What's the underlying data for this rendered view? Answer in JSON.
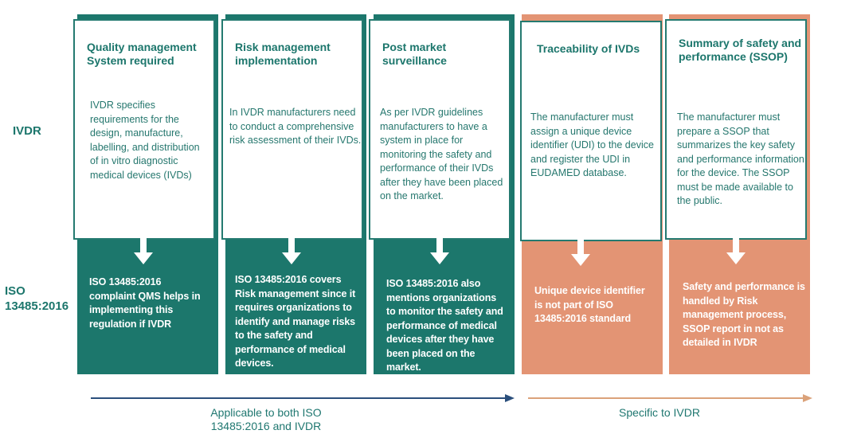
{
  "rows": {
    "top_label": "IVDR",
    "bottom_label_line1": "ISO",
    "bottom_label_line2": "13485:2016"
  },
  "columns": [
    {
      "group": "both",
      "title": "Quality management System required",
      "ivdr_text": "IVDR specifies requirements for the design, manufacture, labelling, and distribution of in vitro diagnostic medical devices (IVDs)",
      "iso_text": "ISO 13485:2016 complaint QMS helps in implementing this regulation if IVDR"
    },
    {
      "group": "both",
      "title": "Risk management implementation",
      "ivdr_text": "In IVDR manufacturers need to conduct a comprehensive risk assessment of their IVDs.",
      "iso_text": "ISO 13485:2016 covers Risk management since it requires organizations to identify and manage risks to the safety and performance of medical devices."
    },
    {
      "group": "both",
      "title": "Post market surveillance",
      "ivdr_text": "As per IVDR guidelines manufacturers to have a system in place for monitoring the safety and performance of their IVDs after they have been placed on the market.",
      "iso_text": "ISO 13485:2016 also mentions organizations to monitor the safety and performance of medical devices after they have been placed on the market."
    },
    {
      "group": "ivdr_only",
      "title": "Traceability of IVDs",
      "ivdr_text": "The manufacturer must assign a unique device identifier (UDI) to the device and register the UDI in EUDAMED database.",
      "iso_text": "Unique device identifier is not part of ISO 13485:2016 standard"
    },
    {
      "group": "ivdr_only",
      "title": "Summary of safety and performance (SSOP)",
      "ivdr_text": "The manufacturer must prepare a SSOP that summarizes the key safety and performance information for the device. The SSOP must be made available to the public.",
      "iso_text": "Safety and performance is handled by Risk management process, SSOP report in not as detailed in IVDR"
    }
  ],
  "footer": {
    "both_label": "Applicable to both ISO 13485:2016 and IVDR",
    "ivdr_label": "Specific to  IVDR"
  },
  "colors": {
    "teal": "#1c776c",
    "salmon": "#e39474",
    "text_teal": "#1c766c",
    "arrow_navy": "#2b4f7c",
    "arrow_tan": "#dba27a"
  }
}
